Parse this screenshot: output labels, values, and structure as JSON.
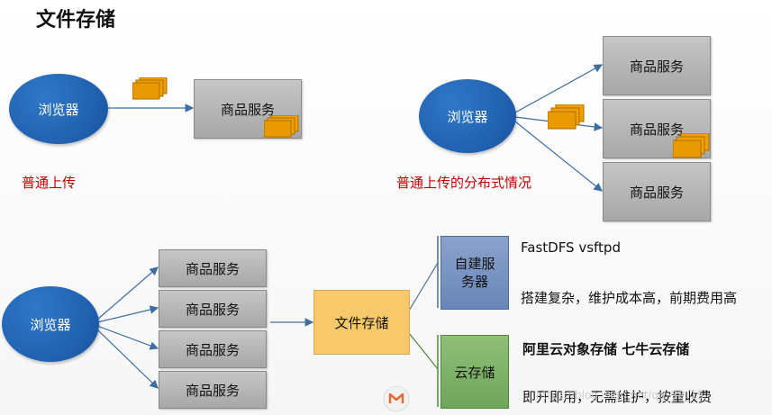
{
  "title": "文件存储",
  "browser_label": "浏览器",
  "service_label": "商品服务",
  "normal_upload": "普通上传",
  "distributed_upload": "普通上传的分布式情况",
  "file_storage": "文件存储",
  "self_built": "自建服务器",
  "cloud_storage": "云存储",
  "self_built_products": "FastDFS     vsftpd",
  "self_built_note": "搭建复杂，维护成本高，前期费用高",
  "cloud_products": "阿里云对象存储       七牛云存储",
  "cloud_note": "即开即用，无需维护，按量收费",
  "watermark": "https://blog.csdn.net/qq_38_15",
  "colors": {
    "browser": "#1f5fae",
    "service": "#b0b0b0",
    "label_red": "#c00000",
    "file_storage": "#f7c96a",
    "self_built": "#7a94c3",
    "cloud": "#7fb36a",
    "line": "#3a6ea5"
  }
}
